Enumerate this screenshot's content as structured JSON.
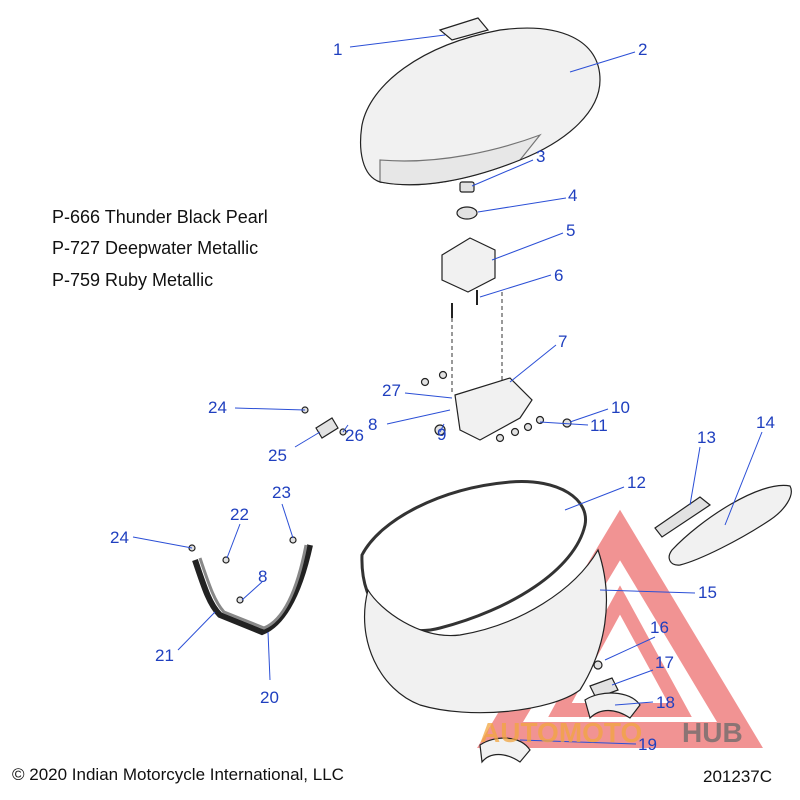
{
  "paint_codes": [
    "P-666 Thunder Black Pearl",
    "P-727 Deepwater Metallic",
    "P-759 Ruby Metallic"
  ],
  "callouts": [
    "1",
    "2",
    "3",
    "4",
    "5",
    "6",
    "7",
    "8",
    "9",
    "10",
    "11",
    "12",
    "13",
    "14",
    "15",
    "16",
    "17",
    "18",
    "19",
    "20",
    "21",
    "22",
    "23",
    "24",
    "25",
    "26",
    "27",
    "8",
    "24"
  ],
  "copyright": "© 2020 Indian Motorcycle International, LLC",
  "diagram_id": "201237C",
  "watermark": {
    "text_a": "AUTOMOTO",
    "text_b": "HUB",
    "color_a": "#f2a640",
    "color_b": "#6a6a6a",
    "triangle_color": "#e63b3b"
  }
}
